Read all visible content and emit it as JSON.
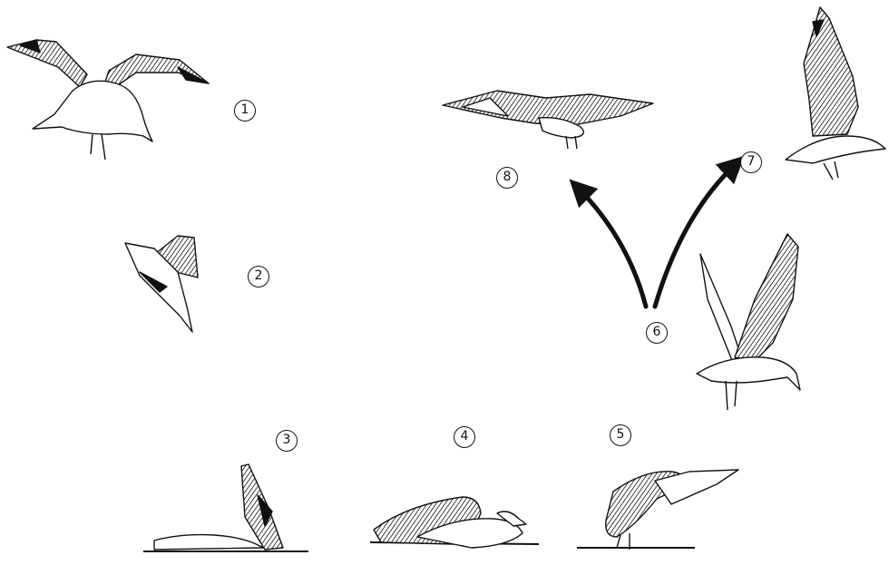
{
  "labels": {
    "one": "1",
    "two": "2",
    "three": "3",
    "four": "4",
    "five": "5",
    "six": "6",
    "seven": "7",
    "eight": "8"
  },
  "colors": {
    "ink": "#111111",
    "paper": "#ffffff"
  }
}
